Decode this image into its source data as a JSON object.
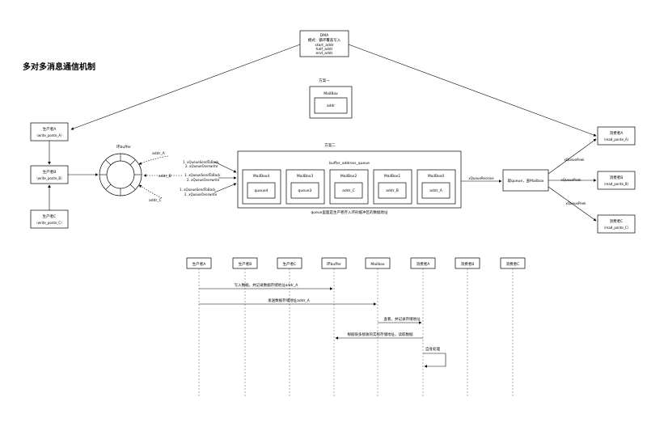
{
  "title": "多对多消息通信机制",
  "dma": [
    "DMA",
    "模式：循环覆盖写入",
    "start_addr",
    "half_addr",
    "end_addr"
  ],
  "scheme1": {
    "title": "方案一",
    "mailbox": "MailBox",
    "addr": "addr"
  },
  "scheme2": {
    "title": "方案二",
    "queue_name": "buffer_address_queue",
    "mailboxes": [
      {
        "name": "MailBox4",
        "item": "queue4"
      },
      {
        "name": "MailBox3",
        "item": "queue3"
      },
      {
        "name": "MailBox2",
        "item": "addr_C"
      },
      {
        "name": "MailBox1",
        "item": "addr_B"
      },
      {
        "name": "MailBox0",
        "item": "addr_A"
      }
    ],
    "note": "queue里面是生产者存入环形缓冲区的数据地址"
  },
  "producers": [
    {
      "name": "生产者A",
      "ptr": "（write_ponte_A）"
    },
    {
      "name": "生产者B",
      "ptr": "（write_ponte_B）"
    },
    {
      "name": "生产者C",
      "ptr": "（write_ponte_C）"
    }
  ],
  "ring": {
    "label": "环buffer",
    "addrs": [
      "addr_A",
      "addr_B",
      "addr_C"
    ]
  },
  "send_ops": [
    "1. xQueueSendToBack",
    "2. xQueueOverwrite"
  ],
  "receive_op": "xQueueReceive",
  "center": "取queue，查Mailbox",
  "peek_op": "xQueuePeek",
  "consumers": [
    {
      "name": "消费者A",
      "ptr": "（read_ponte_A）"
    },
    {
      "name": "消费者B",
      "ptr": "（read_ponte_B）"
    },
    {
      "name": "消费者C",
      "ptr": "（read_ponte_C）"
    }
  ],
  "sequence": {
    "participants": [
      "生产者A",
      "生产者B",
      "生产者C",
      "环buffer",
      "Mailbox",
      "消费者A",
      "消费者B",
      "消费者C"
    ],
    "messages": [
      "写入数据，并记录数据存储地址addr_A",
      "发送数据存储地址addr_A",
      "查看，并记录存储地址",
      "根据很多接收的实际存储地址，读取数据",
      "自身处理"
    ]
  }
}
